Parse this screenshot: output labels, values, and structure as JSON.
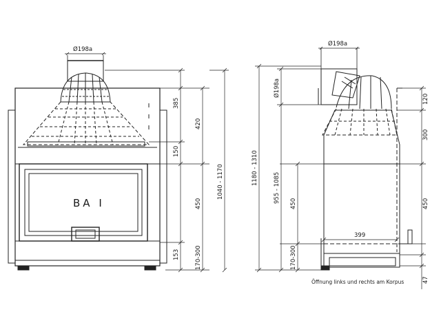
{
  "front_view": {
    "flue_diameter": "Ø198a",
    "brand": "BA I",
    "dims_right": [
      "385",
      "420",
      "150",
      "450",
      "153",
      "170-300",
      "1040 - 1170"
    ]
  },
  "side_view": {
    "flue_diameter_top": "Ø198a",
    "flue_diameter_side": "Ø198a",
    "dims_left": [
      "1180 - 1310",
      "955 - 1085",
      "450",
      "170-300"
    ],
    "dims_right": [
      "120",
      "300",
      "450",
      "47"
    ],
    "depth": "399",
    "footnote": "Öffnung links und rechts am Korpus"
  }
}
